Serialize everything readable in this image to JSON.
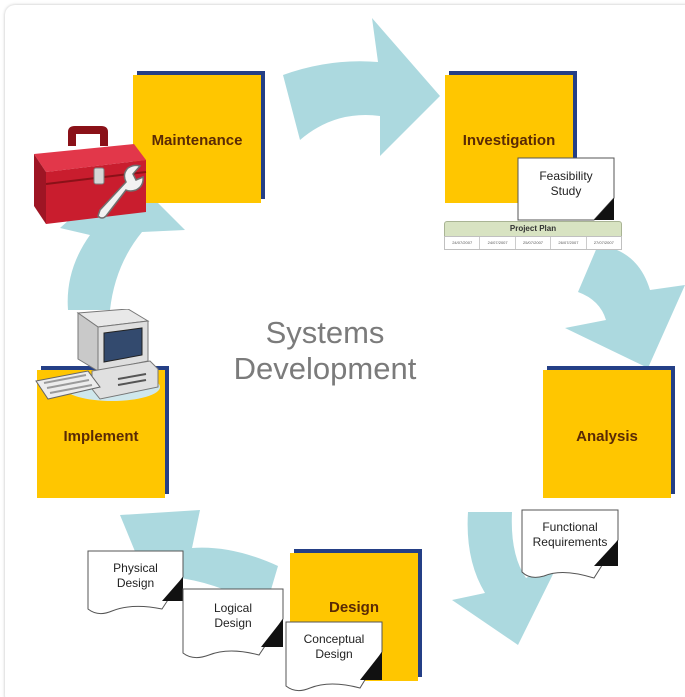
{
  "title_lines": [
    "Systems",
    "Development"
  ],
  "phases": {
    "maintenance": "Maintenance",
    "investigation": "Investigation",
    "analysis": "Analysis",
    "design": "Design",
    "implement": "Implement"
  },
  "documents": {
    "feasibility": [
      "Feasibility",
      "Study"
    ],
    "functional": [
      "Functional",
      "Requirements"
    ],
    "physical": [
      "Physical",
      "Design"
    ],
    "logical": [
      "Logical",
      "Design"
    ],
    "conceptual": [
      "Conceptual",
      "Design"
    ]
  },
  "project_plan": {
    "title": "Project Plan",
    "dates": [
      "24/07/2007",
      "24/07/2007",
      "25/07/2007",
      "26/07/2007",
      "27/07/2007"
    ]
  },
  "colors": {
    "phase_fill": "#ffc600",
    "phase_shadow": "#243f86",
    "arrow": "#acd9df",
    "label": "#5a2a05",
    "title": "#7b7b7b"
  },
  "icons": [
    "toolbox-icon",
    "computer-icon"
  ]
}
